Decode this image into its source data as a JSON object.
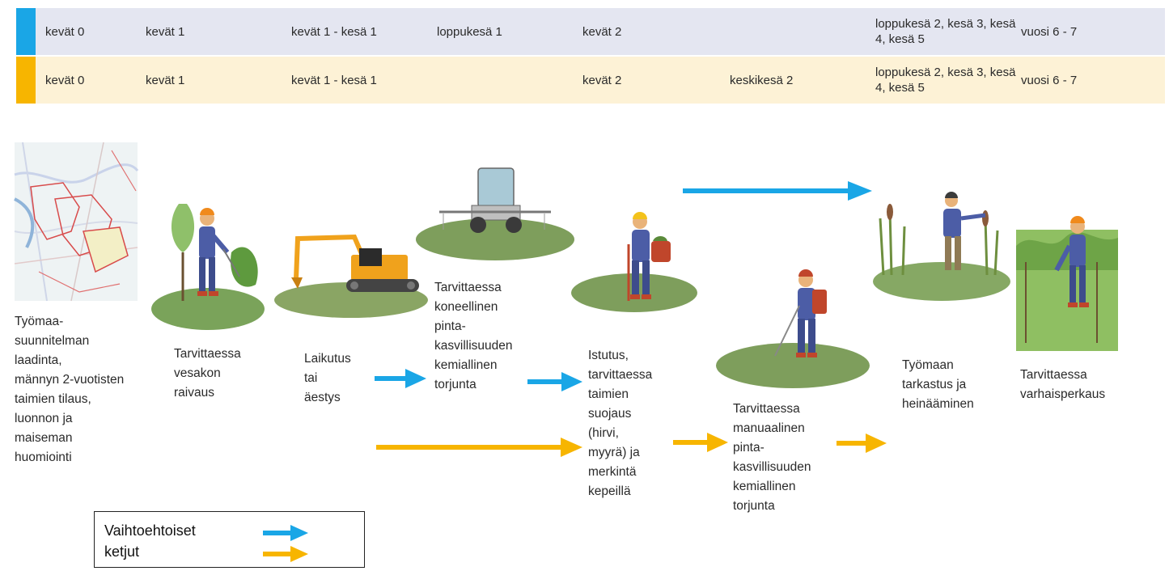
{
  "colors": {
    "blue_row_bg": "#e4e6f1",
    "blue_marker": "#1aa6e6",
    "orange_row_bg": "#fdf2d6",
    "orange_marker": "#f7b500",
    "arrow_blue": "#1aa6e6",
    "arrow_orange": "#f7b500"
  },
  "timeline": {
    "blue_row": {
      "cells": [
        "kevät 0",
        "kevät 1",
        "kevät 1 - kesä 1",
        "loppukesä 1",
        "kevät 2",
        "",
        "loppukesä 2, kesä 3, kesä 4, kesä 5",
        "vuosi 6 - 7"
      ]
    },
    "orange_row": {
      "cells": [
        "kevät 0",
        "kevät 1",
        "kevät 1 - kesä 1",
        "",
        "kevät 2",
        "keskikesä 2",
        "loppukesä 2, kesä 3, kesä 4, kesä 5",
        "vuosi 6 - 7"
      ]
    }
  },
  "steps": {
    "plan": "Työmaa-\nsuunnitelman\nlaadinta,\nmännyn 2-vuotisten\ntaimien tilaus,\nluonnon ja\nmaiseman\nhuomiointi",
    "clearing": "Tarvittaessa\nvesakon\nraivaus",
    "scarify": "Laikutus\ntai\näestys",
    "chem_machine": "Tarvittaessa\nkoneellinen\npinta-\nkasvillisuuden\nkemiallinen\ntorjunta",
    "planting": "Istutus,\ntarvittaessa\ntaimien\nsuojaus\n(hirvi,\nmyyrä)  ja\nmerkintä\nkepeillä",
    "chem_manual": "Tarvittaessa\nmanuaalinen\npinta-\nkasvillisuuden\nkemiallinen\ntorjunta",
    "inspection": "Työmaan\ntarkastus ja\nheinääminen",
    "early_clearing": "Tarvittaessa\nvarhaisperkaus"
  },
  "icons": {
    "map": "site-map-icon",
    "worker_clearing": "clearing-worker-icon",
    "excavator": "excavator-icon",
    "tractor_sprayer": "tractor-sprayer-icon",
    "worker_planting": "planting-worker-icon",
    "worker_spraying": "spraying-worker-icon",
    "worker_hay": "hay-worker-icon",
    "worker_thinning": "thinning-worker-icon"
  },
  "legend": {
    "text": "Vaihtoehtoiset\nketjut"
  }
}
